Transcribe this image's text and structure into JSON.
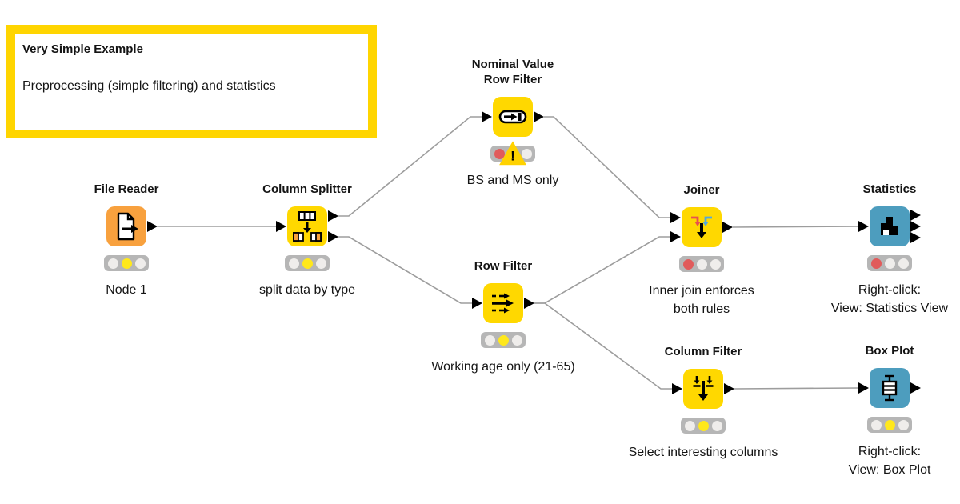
{
  "annotation": {
    "title": "Very Simple Example",
    "body": "Preprocessing (simple filtering) and statistics",
    "border_color": "#FFD500"
  },
  "colors": {
    "node_yellow": "#FFD800",
    "node_orange": "#F8A13E",
    "node_teal": "#4D9DBE",
    "status_red": "#E15B5B",
    "status_yellow": "#FFE81C",
    "status_off": "#EFEDEB",
    "status_frame": "#B6B6B6",
    "warning_yellow": "#FFD200",
    "wire_gray": "#9D9D9D"
  },
  "nodes": [
    {
      "title": "File Reader",
      "label": "Node 1",
      "status": "yellow",
      "icon": "file-reader-icon",
      "inputs": 0,
      "outputs": 1
    },
    {
      "title": "Column Splitter",
      "label": "split data by type",
      "status": "yellow",
      "icon": "column-splitter-icon",
      "inputs": 1,
      "outputs": 2
    },
    {
      "title": "Nominal Value\nRow Filter",
      "label": "BS and MS only",
      "status": "red-warning",
      "icon": "nominal-row-filter-icon",
      "inputs": 1,
      "outputs": 1
    },
    {
      "title": "Row Filter",
      "label": "Working age only (21-65)",
      "status": "yellow",
      "icon": "row-filter-icon",
      "inputs": 1,
      "outputs": 1
    },
    {
      "title": "Joiner",
      "label": "Inner join enforces\nboth rules",
      "status": "red",
      "icon": "joiner-icon",
      "inputs": 2,
      "outputs": 1
    },
    {
      "title": "Statistics",
      "label": "Right-click:\nView: Statistics View",
      "status": "red",
      "icon": "statistics-icon",
      "inputs": 1,
      "outputs": 3
    },
    {
      "title": "Column Filter",
      "label": "Select interesting columns",
      "status": "yellow",
      "icon": "column-filter-icon",
      "inputs": 1,
      "outputs": 1
    },
    {
      "title": "Box Plot",
      "label": "Right-click:\nView: Box Plot",
      "status": "yellow",
      "icon": "box-plot-icon",
      "inputs": 1,
      "outputs": 1
    }
  ],
  "connections": [
    {
      "from": "File Reader",
      "to": "Column Splitter"
    },
    {
      "from": "Column Splitter (out 1)",
      "to": "Nominal Value Row Filter"
    },
    {
      "from": "Column Splitter (out 2)",
      "to": "Row Filter"
    },
    {
      "from": "Nominal Value Row Filter",
      "to": "Joiner (in 1)"
    },
    {
      "from": "Row Filter",
      "to": "Joiner (in 2)"
    },
    {
      "from": "Row Filter",
      "to": "Column Filter"
    },
    {
      "from": "Joiner",
      "to": "Statistics"
    },
    {
      "from": "Column Filter",
      "to": "Box Plot"
    }
  ]
}
